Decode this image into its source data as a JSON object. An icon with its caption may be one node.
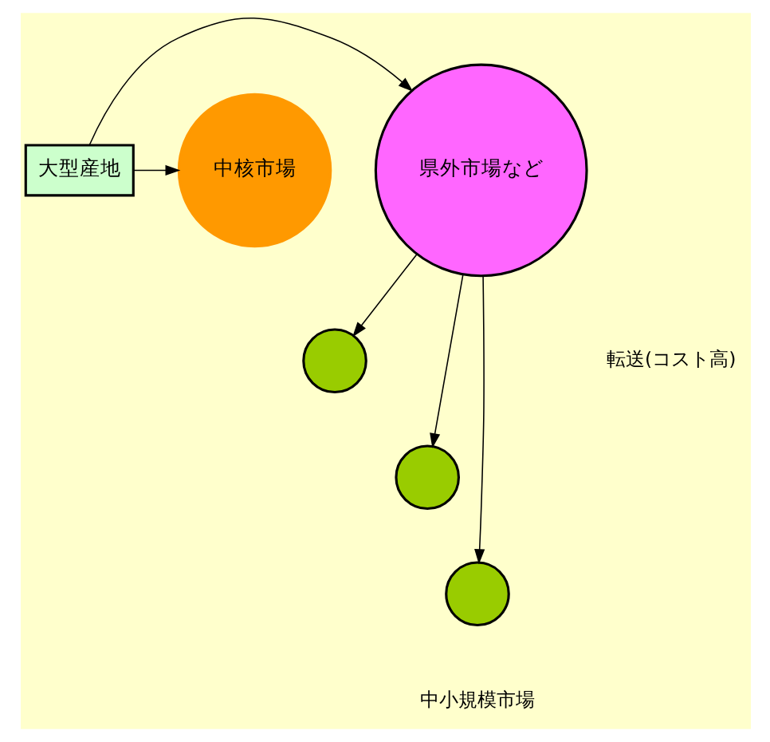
{
  "diagram": {
    "nodes": [
      {
        "text": [
          "大型産地"
        ]
      },
      {
        "text": [
          "中核市場"
        ]
      },
      {
        "text": [
          "県外市場など"
        ]
      },
      {
        "text": [],
        "shape": "circle"
      },
      {
        "text": [],
        "shape": "circle"
      },
      {
        "text": [],
        "shape": "circle"
      }
    ],
    "edges": [
      {
        "from": 0,
        "to": 2,
        "arrow": "to"
      },
      {
        "from": 0,
        "to": 1,
        "arrow": "to"
      },
      {
        "from": 2,
        "to": 3,
        "arrow": "to"
      },
      {
        "from": 2,
        "to": 4,
        "arrow": "to"
      },
      {
        "from": 2,
        "to": 5,
        "arrow": "to"
      }
    ],
    "labels": [
      "転送(コスト高)",
      "中小規模市場"
    ]
  }
}
